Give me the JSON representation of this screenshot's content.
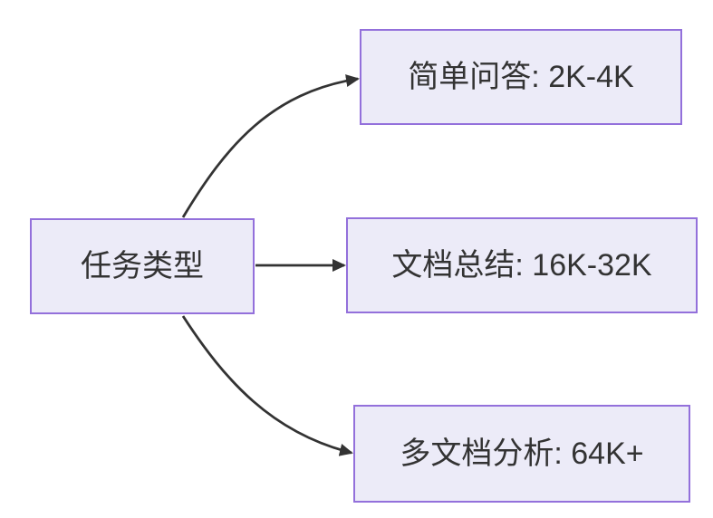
{
  "diagram": {
    "kind": "flowchart-left-to-right",
    "background_color": "#ffffff",
    "node_fill_color": "#ECEBF8",
    "node_border_color": "#9370DB",
    "edge_color": "#333333",
    "text_color": "#333333",
    "root_node": {
      "label": "任务类型"
    },
    "branch_nodes": [
      {
        "label": "简单问答: 2K-4K"
      },
      {
        "label": "文档总结: 16K-32K"
      },
      {
        "label": "多文档分析: 64K+"
      }
    ],
    "edges": [
      {
        "from": "任务类型",
        "to": "简单问答: 2K-4K"
      },
      {
        "from": "任务类型",
        "to": "文档总结: 16K-32K"
      },
      {
        "from": "任务类型",
        "to": "多文档分析: 64K+"
      }
    ]
  }
}
